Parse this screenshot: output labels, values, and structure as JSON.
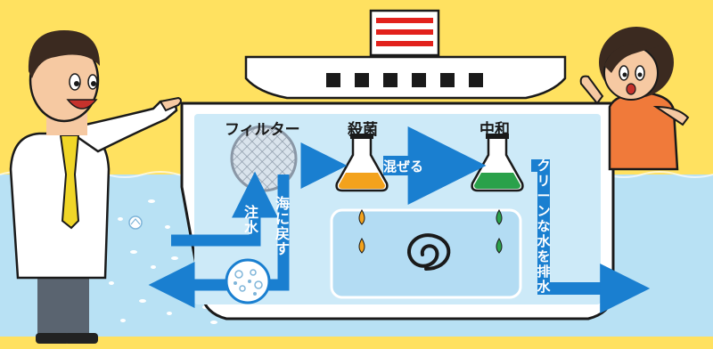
{
  "labels": {
    "filter": "フィルター",
    "sterilize": "殺菌",
    "neutralize": "中和",
    "mix": "混ぜる",
    "intake": "注水",
    "return_to_sea": "海に戻す",
    "discharge_clean": "クリーンな水を排水"
  },
  "colors": {
    "background": "#ffe160",
    "sea": "#b8e1f4",
    "tank": "#cdeaf8",
    "arrow": "#1a7fd0",
    "ship_outline": "#1a1a1a",
    "orange_liquid": "#f3a21c",
    "green_liquid": "#2aa14a"
  }
}
